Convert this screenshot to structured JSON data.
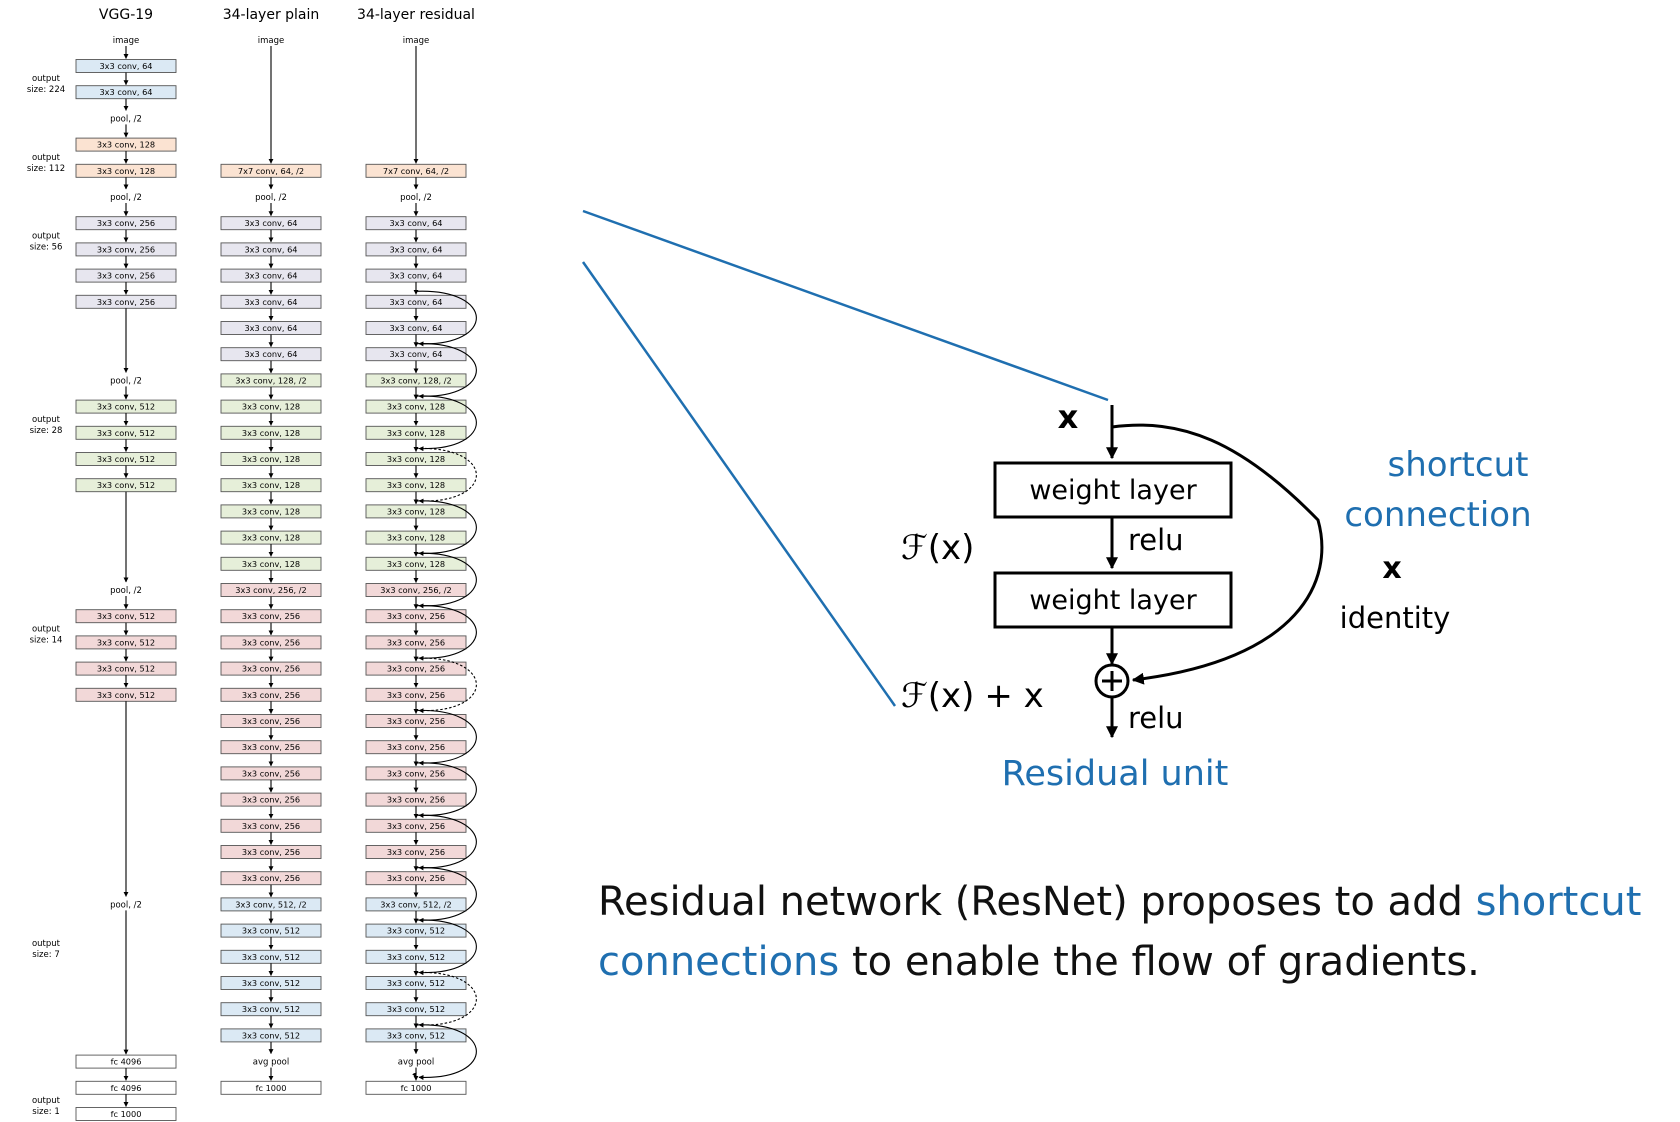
{
  "columns": {
    "vgg": {
      "title": "VGG-19",
      "input": "image",
      "items": [
        {
          "kind": "box",
          "label": "3x3 conv, 64",
          "color": "blue"
        },
        {
          "kind": "box",
          "label": "3x3 conv, 64",
          "color": "blue"
        },
        {
          "kind": "pool",
          "label": "pool, /2"
        },
        {
          "kind": "box",
          "label": "3x3 conv, 128",
          "color": "orange"
        },
        {
          "kind": "box",
          "label": "3x3 conv, 128",
          "color": "orange"
        },
        {
          "kind": "pool",
          "label": "pool, /2"
        },
        {
          "kind": "box",
          "label": "3x3 conv, 256",
          "color": "gray"
        },
        {
          "kind": "box",
          "label": "3x3 conv, 256",
          "color": "gray"
        },
        {
          "kind": "box",
          "label": "3x3 conv, 256",
          "color": "gray"
        },
        {
          "kind": "box",
          "label": "3x3 conv, 256",
          "color": "gray"
        },
        {
          "kind": "gap",
          "count": 2
        },
        {
          "kind": "pool",
          "label": "pool, /2"
        },
        {
          "kind": "box",
          "label": "3x3 conv, 512",
          "color": "green"
        },
        {
          "kind": "box",
          "label": "3x3 conv, 512",
          "color": "green"
        },
        {
          "kind": "box",
          "label": "3x3 conv, 512",
          "color": "green"
        },
        {
          "kind": "box",
          "label": "3x3 conv, 512",
          "color": "green"
        },
        {
          "kind": "gap",
          "count": 3
        },
        {
          "kind": "pool",
          "label": "pool, /2"
        },
        {
          "kind": "box",
          "label": "3x3 conv, 512",
          "color": "pink"
        },
        {
          "kind": "box",
          "label": "3x3 conv, 512",
          "color": "pink"
        },
        {
          "kind": "box",
          "label": "3x3 conv, 512",
          "color": "pink"
        },
        {
          "kind": "box",
          "label": "3x3 conv, 512",
          "color": "pink"
        },
        {
          "kind": "gap",
          "count": 7
        },
        {
          "kind": "pool",
          "label": "pool, /2"
        },
        {
          "kind": "gap",
          "count": 5
        },
        {
          "kind": "box",
          "label": "fc 4096",
          "color": "white"
        },
        {
          "kind": "box",
          "label": "fc 4096",
          "color": "white"
        },
        {
          "kind": "box",
          "label": "fc 1000",
          "color": "white"
        }
      ]
    },
    "plain": {
      "title": "34-layer plain",
      "input": "image",
      "items": [
        {
          "kind": "gap",
          "count": 4
        },
        {
          "kind": "box",
          "label": "7x7 conv, 64, /2",
          "color": "orange"
        },
        {
          "kind": "pool",
          "label": "pool, /2"
        },
        {
          "kind": "box",
          "label": "3x3 conv, 64",
          "color": "gray"
        },
        {
          "kind": "box",
          "label": "3x3 conv, 64",
          "color": "gray"
        },
        {
          "kind": "box",
          "label": "3x3 conv, 64",
          "color": "gray"
        },
        {
          "kind": "box",
          "label": "3x3 conv, 64",
          "color": "gray"
        },
        {
          "kind": "box",
          "label": "3x3 conv, 64",
          "color": "gray"
        },
        {
          "kind": "box",
          "label": "3x3 conv, 64",
          "color": "gray"
        },
        {
          "kind": "box",
          "label": "3x3 conv, 128, /2",
          "color": "green"
        },
        {
          "kind": "box",
          "label": "3x3 conv, 128",
          "color": "green"
        },
        {
          "kind": "box",
          "label": "3x3 conv, 128",
          "color": "green"
        },
        {
          "kind": "box",
          "label": "3x3 conv, 128",
          "color": "green"
        },
        {
          "kind": "box",
          "label": "3x3 conv, 128",
          "color": "green"
        },
        {
          "kind": "box",
          "label": "3x3 conv, 128",
          "color": "green"
        },
        {
          "kind": "box",
          "label": "3x3 conv, 128",
          "color": "green"
        },
        {
          "kind": "box",
          "label": "3x3 conv, 128",
          "color": "green"
        },
        {
          "kind": "box",
          "label": "3x3 conv, 256, /2",
          "color": "pink"
        },
        {
          "kind": "box",
          "label": "3x3 conv, 256",
          "color": "pink"
        },
        {
          "kind": "box",
          "label": "3x3 conv, 256",
          "color": "pink"
        },
        {
          "kind": "box",
          "label": "3x3 conv, 256",
          "color": "pink"
        },
        {
          "kind": "box",
          "label": "3x3 conv, 256",
          "color": "pink"
        },
        {
          "kind": "box",
          "label": "3x3 conv, 256",
          "color": "pink"
        },
        {
          "kind": "box",
          "label": "3x3 conv, 256",
          "color": "pink"
        },
        {
          "kind": "box",
          "label": "3x3 conv, 256",
          "color": "pink"
        },
        {
          "kind": "box",
          "label": "3x3 conv, 256",
          "color": "pink"
        },
        {
          "kind": "box",
          "label": "3x3 conv, 256",
          "color": "pink"
        },
        {
          "kind": "box",
          "label": "3x3 conv, 256",
          "color": "pink"
        },
        {
          "kind": "box",
          "label": "3x3 conv, 256",
          "color": "pink"
        },
        {
          "kind": "box",
          "label": "3x3 conv, 512, /2",
          "color": "blue"
        },
        {
          "kind": "box",
          "label": "3x3 conv, 512",
          "color": "blue"
        },
        {
          "kind": "box",
          "label": "3x3 conv, 512",
          "color": "blue"
        },
        {
          "kind": "box",
          "label": "3x3 conv, 512",
          "color": "blue"
        },
        {
          "kind": "box",
          "label": "3x3 conv, 512",
          "color": "blue"
        },
        {
          "kind": "box",
          "label": "3x3 conv, 512",
          "color": "blue"
        },
        {
          "kind": "pool",
          "label": "avg pool"
        },
        {
          "kind": "box",
          "label": "fc 1000",
          "color": "white"
        }
      ]
    },
    "residual": {
      "title": "34-layer residual",
      "input": "image",
      "items": [
        {
          "kind": "gap",
          "count": 4
        },
        {
          "kind": "box",
          "label": "7x7 conv, 64, /2",
          "color": "orange"
        },
        {
          "kind": "pool",
          "label": "pool, /2"
        },
        {
          "kind": "box",
          "label": "3x3 conv, 64",
          "color": "gray"
        },
        {
          "kind": "box",
          "label": "3x3 conv, 64",
          "color": "gray"
        },
        {
          "kind": "box",
          "label": "3x3 conv, 64",
          "color": "gray"
        },
        {
          "kind": "box",
          "label": "3x3 conv, 64",
          "color": "gray"
        },
        {
          "kind": "box",
          "label": "3x3 conv, 64",
          "color": "gray"
        },
        {
          "kind": "box",
          "label": "3x3 conv, 64",
          "color": "gray"
        },
        {
          "kind": "box",
          "label": "3x3 conv, 128, /2",
          "color": "green"
        },
        {
          "kind": "box",
          "label": "3x3 conv, 128",
          "color": "green"
        },
        {
          "kind": "box",
          "label": "3x3 conv, 128",
          "color": "green"
        },
        {
          "kind": "box",
          "label": "3x3 conv, 128",
          "color": "green"
        },
        {
          "kind": "box",
          "label": "3x3 conv, 128",
          "color": "green"
        },
        {
          "kind": "box",
          "label": "3x3 conv, 128",
          "color": "green"
        },
        {
          "kind": "box",
          "label": "3x3 conv, 128",
          "color": "green"
        },
        {
          "kind": "box",
          "label": "3x3 conv, 128",
          "color": "green"
        },
        {
          "kind": "box",
          "label": "3x3 conv, 256, /2",
          "color": "pink"
        },
        {
          "kind": "box",
          "label": "3x3 conv, 256",
          "color": "pink"
        },
        {
          "kind": "box",
          "label": "3x3 conv, 256",
          "color": "pink"
        },
        {
          "kind": "box",
          "label": "3x3 conv, 256",
          "color": "pink"
        },
        {
          "kind": "box",
          "label": "3x3 conv, 256",
          "color": "pink"
        },
        {
          "kind": "box",
          "label": "3x3 conv, 256",
          "color": "pink"
        },
        {
          "kind": "box",
          "label": "3x3 conv, 256",
          "color": "pink"
        },
        {
          "kind": "box",
          "label": "3x3 conv, 256",
          "color": "pink"
        },
        {
          "kind": "box",
          "label": "3x3 conv, 256",
          "color": "pink"
        },
        {
          "kind": "box",
          "label": "3x3 conv, 256",
          "color": "pink"
        },
        {
          "kind": "box",
          "label": "3x3 conv, 256",
          "color": "pink"
        },
        {
          "kind": "box",
          "label": "3x3 conv, 256",
          "color": "pink"
        },
        {
          "kind": "box",
          "label": "3x3 conv, 512, /2",
          "color": "blue"
        },
        {
          "kind": "box",
          "label": "3x3 conv, 512",
          "color": "blue"
        },
        {
          "kind": "box",
          "label": "3x3 conv, 512",
          "color": "blue"
        },
        {
          "kind": "box",
          "label": "3x3 conv, 512",
          "color": "blue"
        },
        {
          "kind": "box",
          "label": "3x3 conv, 512",
          "color": "blue"
        },
        {
          "kind": "box",
          "label": "3x3 conv, 512",
          "color": "blue"
        },
        {
          "kind": "pool",
          "label": "avg pool"
        },
        {
          "kind": "box",
          "label": "fc 1000",
          "color": "white"
        }
      ],
      "shortcuts": [
        {
          "from": 1,
          "to": 3,
          "dashed": false
        },
        {
          "from": 3,
          "to": 5,
          "dashed": false
        },
        {
          "from": 5,
          "to": 7,
          "dashed": false
        },
        {
          "from": 7,
          "to": 9,
          "dashed": true
        },
        {
          "from": 9,
          "to": 11,
          "dashed": false
        },
        {
          "from": 11,
          "to": 13,
          "dashed": false
        },
        {
          "from": 13,
          "to": 15,
          "dashed": false
        },
        {
          "from": 15,
          "to": 17,
          "dashed": true
        },
        {
          "from": 17,
          "to": 19,
          "dashed": false
        },
        {
          "from": 19,
          "to": 21,
          "dashed": false
        },
        {
          "from": 21,
          "to": 23,
          "dashed": false
        },
        {
          "from": 23,
          "to": 25,
          "dashed": false
        },
        {
          "from": 25,
          "to": 27,
          "dashed": false
        },
        {
          "from": 27,
          "to": 29,
          "dashed": true
        },
        {
          "from": 29,
          "to": 31,
          "dashed": false
        },
        {
          "from": 31,
          "to": 33,
          "dashed": false
        }
      ]
    }
  },
  "output_sizes": [
    {
      "line1": "output",
      "line2": "size: 224",
      "row": 1
    },
    {
      "line1": "output",
      "line2": "size: 112",
      "row": 4
    },
    {
      "line1": "output",
      "line2": "size: 56",
      "row": 7
    },
    {
      "line1": "output",
      "line2": "size: 28",
      "row": 14
    },
    {
      "line1": "output",
      "line2": "size: 14",
      "row": 22
    },
    {
      "line1": "output",
      "line2": "size: 7",
      "row": 34
    },
    {
      "line1": "output",
      "line2": "size: 1",
      "row": 40
    }
  ],
  "residual_unit": {
    "input_label": "x",
    "layer1": "weight layer",
    "layer2": "weight layer",
    "relu_mid": "relu",
    "relu_out": "relu",
    "fx_func": "ℱ",
    "fx_arg": "(x)",
    "fx_plus": "+ x",
    "shortcut_line1": "shortcut",
    "shortcut_line2": "connection",
    "identity_x": "x",
    "identity_label": "identity",
    "title": "Residual unit"
  },
  "caption": {
    "part1": "Residual network (ResNet) proposes to add ",
    "highlight1": "shortcut connections",
    "part2": " to enable the flow of gradients."
  },
  "colors": {
    "accent": "#1f6fb0",
    "blue": "#dbe9f4",
    "orange": "#fbe3d2",
    "gray": "#e7e6ef",
    "green": "#e6efd9",
    "pink": "#f2d8d8",
    "white": "#ffffff"
  }
}
